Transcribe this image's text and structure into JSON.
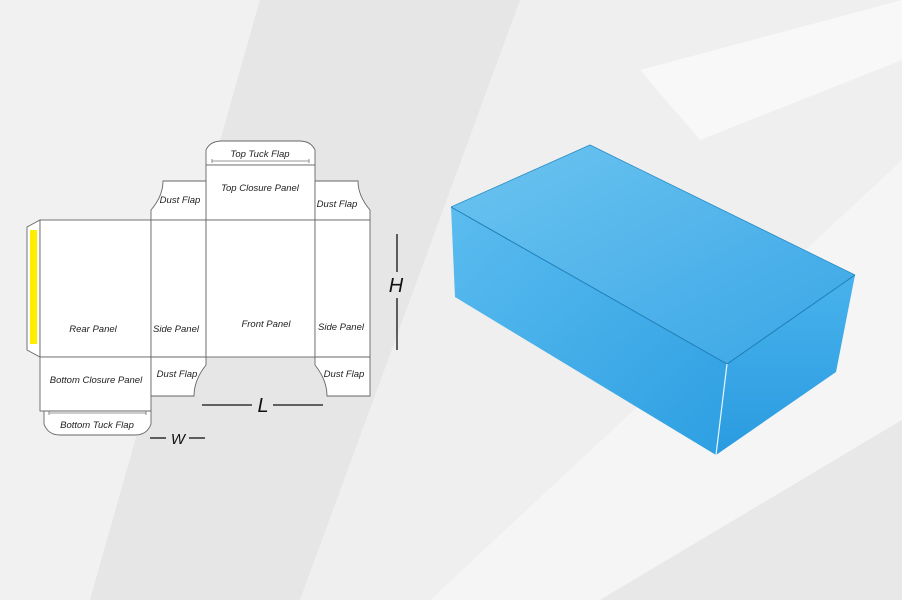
{
  "dieline": {
    "panels": {
      "top_tuck_flap": "Top Tuck Flap",
      "top_closure_panel": "Top Closure Panel",
      "dust_flap_top_left": "Dust Flap",
      "dust_flap_top_right": "Dust Flap",
      "rear_panel": "Rear Panel",
      "side_panel_left": "Side Panel",
      "front_panel": "Front Panel",
      "side_panel_right": "Side Panel",
      "bottom_closure_panel": "Bottom Closure Panel",
      "dust_flap_bottom_left": "Dust Flap",
      "dust_flap_bottom_right": "Dust Flap",
      "bottom_tuck_flap": "Bottom Tuck Flap"
    },
    "dimensions": {
      "length": "L",
      "width": "W",
      "height": "H"
    },
    "glue_strip_color": "#ffee00"
  },
  "box": {
    "top_color": "#52b6ea",
    "front_color": "#3aa8e6",
    "side_color": "#2aa0e2"
  },
  "background_color": "#ececec"
}
